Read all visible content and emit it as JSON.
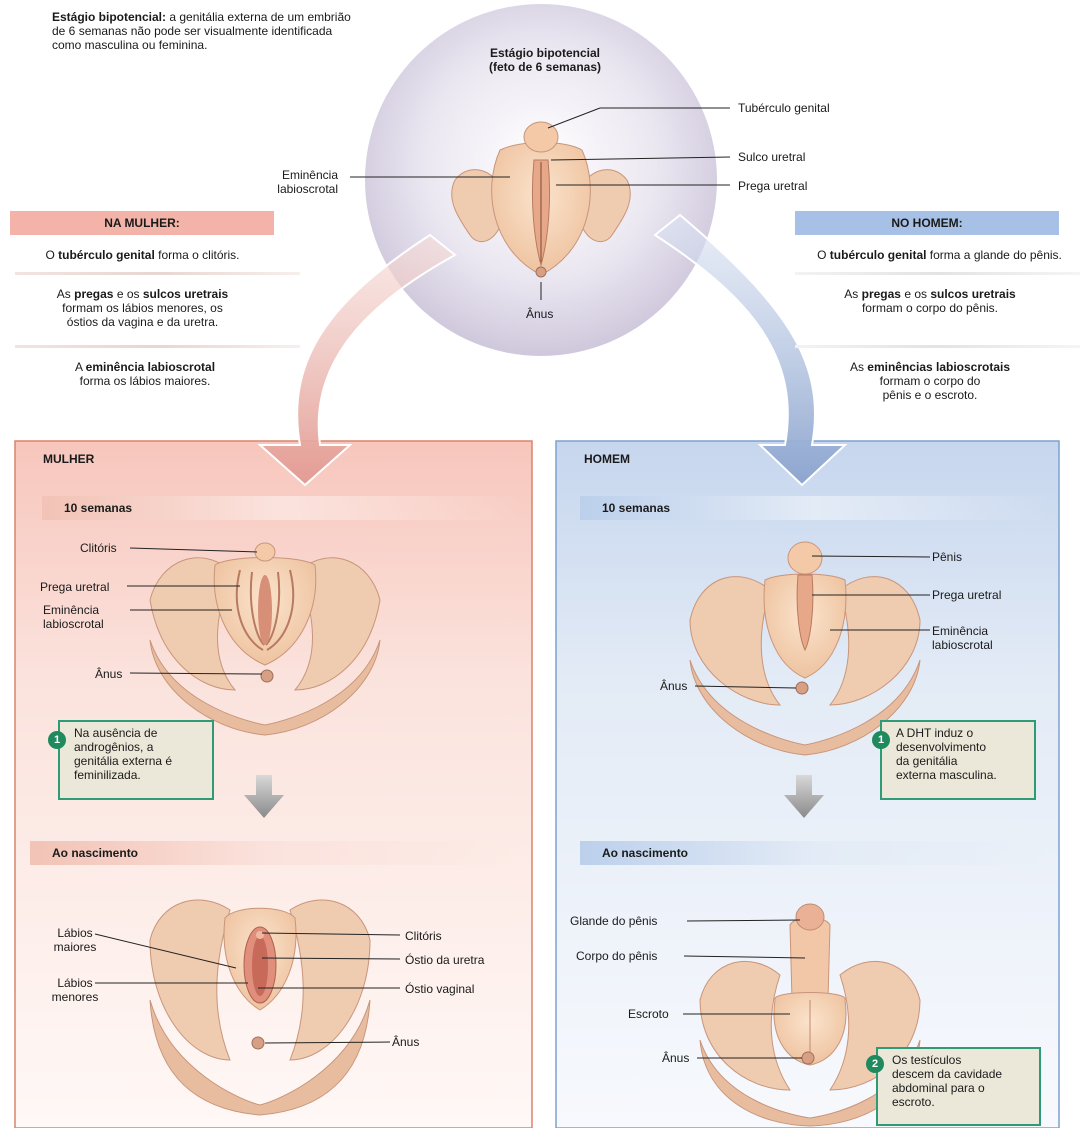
{
  "intro": {
    "strong": "Estágio bipotencial:",
    "text": "a genitália externa de um embrião de 6 semanas não pode ser visualmente identificada como masculina ou feminina."
  },
  "top_circle": {
    "title_line1": "Estágio bipotencial",
    "title_line2": "(feto de 6 semanas)",
    "labels": {
      "tuberculo": "Tubérculo genital",
      "sulco": "Sulco uretral",
      "prega": "Prega uretral",
      "eminencia_1": "Eminência",
      "eminencia_2": "labioscrotal",
      "anus": "Ânus"
    }
  },
  "female_side": {
    "header": "NA MULHER:",
    "item1": {
      "pre": "O ",
      "b1": "tubérculo genital",
      "post": " forma o clitóris."
    },
    "item2": {
      "pre": "As ",
      "b1": "pregas",
      "mid": " e os ",
      "b2": "sulcos uretrais",
      "line2": "formam os lábios menores, os",
      "line3": "óstios da vagina e da uretra."
    },
    "item3": {
      "pre": "A ",
      "b1": "eminência labioscrotal",
      "line2": "forma os lábios maiores."
    }
  },
  "male_side": {
    "header": "NO HOMEM:",
    "item1": {
      "pre": "O ",
      "b1": "tubérculo genital",
      "post": " forma a glande do pênis."
    },
    "item2": {
      "pre": "As ",
      "b1": "pregas",
      "mid": " e os ",
      "b2": "sulcos uretrais",
      "line2": "formam o corpo do pênis."
    },
    "item3": {
      "pre": "As ",
      "b1": "eminências labioscrotais",
      "line2": "formam o corpo do",
      "line3": "pênis e o escroto."
    }
  },
  "female_panel": {
    "title": "MULHER",
    "stage1": "10 semanas",
    "stage2": "Ao nascimento",
    "labels10": {
      "clitoris": "Clitóris",
      "prega": "Prega uretral",
      "eminencia_1": "Eminência",
      "eminencia_2": "labioscrotal",
      "anus": "Ânus"
    },
    "callout": {
      "num": "1",
      "lines": [
        "Na ausência de",
        "androgênios, a",
        "genitália externa é",
        "feminilizada."
      ]
    },
    "labelsBirth": {
      "labios_maiores_1": "Lábios",
      "labios_maiores_2": "maiores",
      "labios_menores_1": "Lábios",
      "labios_menores_2": "menores",
      "clitoris": "Clitóris",
      "ostio_uretra": "Óstio da uretra",
      "ostio_vaginal": "Óstio vaginal",
      "anus": "Ânus"
    }
  },
  "male_panel": {
    "title": "HOMEM",
    "stage1": "10 semanas",
    "stage2": "Ao nascimento",
    "labels10": {
      "penis": "Pênis",
      "prega": "Prega uretral",
      "eminencia_1": "Eminência",
      "eminencia_2": "labioscrotal",
      "anus": "Ânus"
    },
    "callout1": {
      "num": "1",
      "lines": [
        "A DHT induz o",
        "desenvolvimento",
        "da genitália",
        "externa masculina."
      ]
    },
    "labelsBirth": {
      "glande": "Glande do pênis",
      "corpo": "Corpo do pênis",
      "escroto": "Escroto",
      "anus": "Ânus"
    },
    "callout2": {
      "num": "2",
      "lines": [
        "Os testículos",
        "descem da cavidade",
        "abdominal para o",
        "escroto."
      ]
    }
  }
}
